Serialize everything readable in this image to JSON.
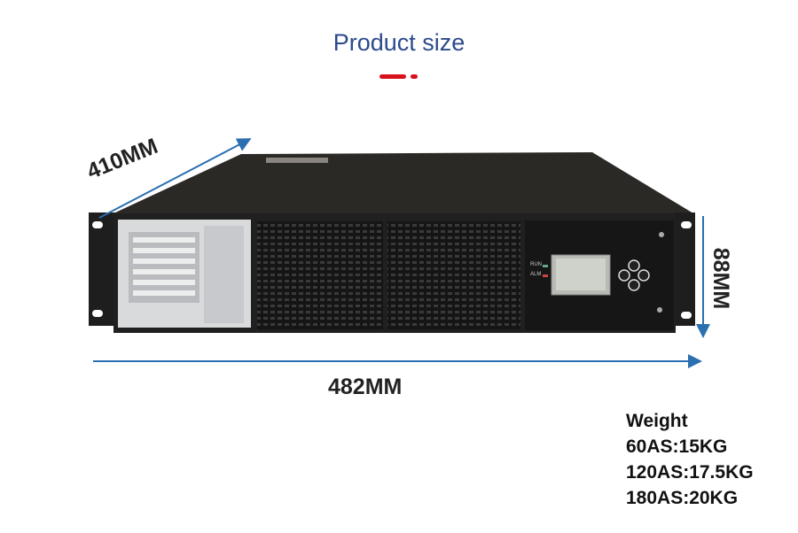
{
  "header": {
    "title": "Product size",
    "accent_color": "#d8101c",
    "title_color": "#2c4a8c"
  },
  "dimensions": {
    "depth": "410MM",
    "height": "88MM",
    "width": "482MM"
  },
  "panel": {
    "run_label": "RUN",
    "alarm_label": "ALM"
  },
  "weight": {
    "heading": "Weight",
    "lines": [
      "60AS:15KG",
      "120AS:17.5KG",
      "180AS:20KG"
    ]
  }
}
